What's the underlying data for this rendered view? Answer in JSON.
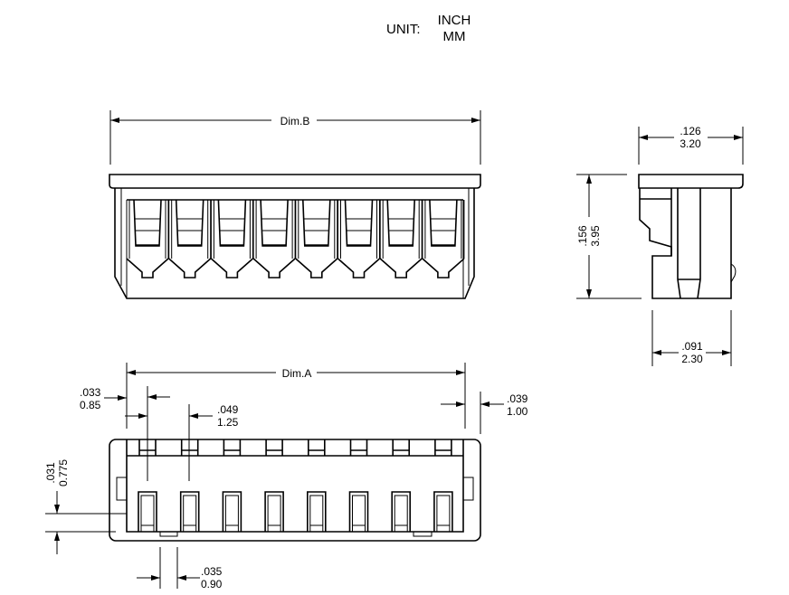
{
  "unit": {
    "label": "UNIT:",
    "primary": "INCH",
    "secondary": "MM"
  },
  "pin_count": 8,
  "dimensions": {
    "dim_b": "Dim.B",
    "dim_a": "Dim.A",
    "width": {
      "inch": ".126",
      "mm": "3.20"
    },
    "height": {
      "inch": ".156",
      "mm": "3.95"
    },
    "depth": {
      "inch": ".091",
      "mm": "2.30"
    },
    "edge_offset": {
      "inch": ".033",
      "mm": "0.85"
    },
    "pitch": {
      "inch": ".049",
      "mm": "1.25"
    },
    "end_wall": {
      "inch": ".039",
      "mm": "1.00"
    },
    "row_offset": {
      "inch": ".031",
      "mm": "0.775"
    },
    "latch": {
      "inch": ".035",
      "mm": "0.90"
    }
  }
}
